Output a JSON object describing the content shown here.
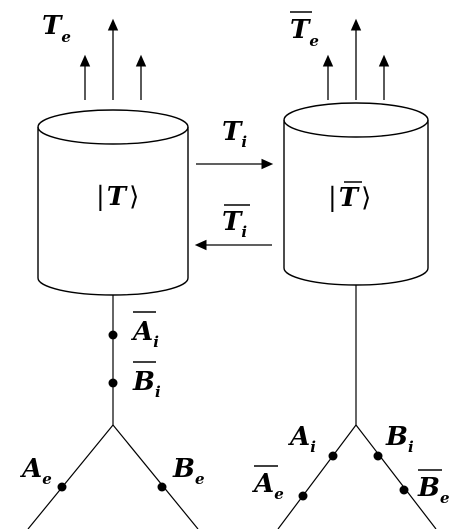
{
  "left_tank": {
    "top_label": "T",
    "top_label_sub": "e",
    "state_label_pre": "|",
    "state_label_sym": "T",
    "state_label_post": "⟩",
    "branch_labels": [
      {
        "base": "A",
        "sub": "i",
        "overline": true
      },
      {
        "base": "B",
        "sub": "i",
        "overline": true
      },
      {
        "base": "A",
        "sub": "e",
        "overline": false
      },
      {
        "base": "B",
        "sub": "e",
        "overline": false
      }
    ]
  },
  "right_tank": {
    "top_label": "T",
    "top_label_sub": "e",
    "state_label_pre": "|",
    "state_label_sym": "T",
    "state_label_post": "⟩",
    "branch_labels": [
      {
        "base": "A",
        "sub": "i",
        "overline": false
      },
      {
        "base": "B",
        "sub": "i",
        "overline": false
      },
      {
        "base": "A",
        "sub": "e",
        "overline": true
      },
      {
        "base": "B",
        "sub": "e",
        "overline": true
      }
    ]
  },
  "transfer": {
    "forward": {
      "base": "T",
      "sub": "i",
      "overline": false
    },
    "backward": {
      "base": "T",
      "sub": "i",
      "overline": true
    }
  }
}
